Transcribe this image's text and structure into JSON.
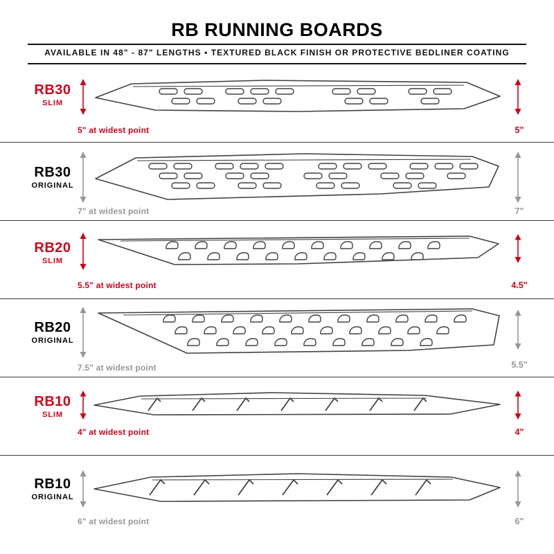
{
  "page": {
    "title": "RB RUNNING BOARDS",
    "subtitle": "AVAILABLE IN 48\" - 87\" LENGTHS  •  TEXTURED BLACK FINISH OR PROTECTIVE BEDLINER COATING"
  },
  "colors": {
    "slim_accent": "#d0021b",
    "original_measure": "#969696",
    "board_outline": "#414141",
    "text": "#000000"
  },
  "rows": [
    {
      "model": "RB30",
      "variant": "SLIM",
      "width_note": "5\" at widest point",
      "height_label": "5\""
    },
    {
      "model": "RB30",
      "variant": "ORIGINAL",
      "width_note": "7\" at widest point",
      "height_label": "7\""
    },
    {
      "model": "RB20",
      "variant": "SLIM",
      "width_note": "5.5\" at widest point",
      "height_label": "4.5\""
    },
    {
      "model": "RB20",
      "variant": "ORIGINAL",
      "width_note": "7.5\" at widest point",
      "height_label": "5.5\""
    },
    {
      "model": "RB10",
      "variant": "SLIM",
      "width_note": "4\" at widest point",
      "height_label": "4\""
    },
    {
      "model": "RB10",
      "variant": "ORIGINAL",
      "width_note": "6\" at widest point",
      "height_label": "6\""
    }
  ]
}
